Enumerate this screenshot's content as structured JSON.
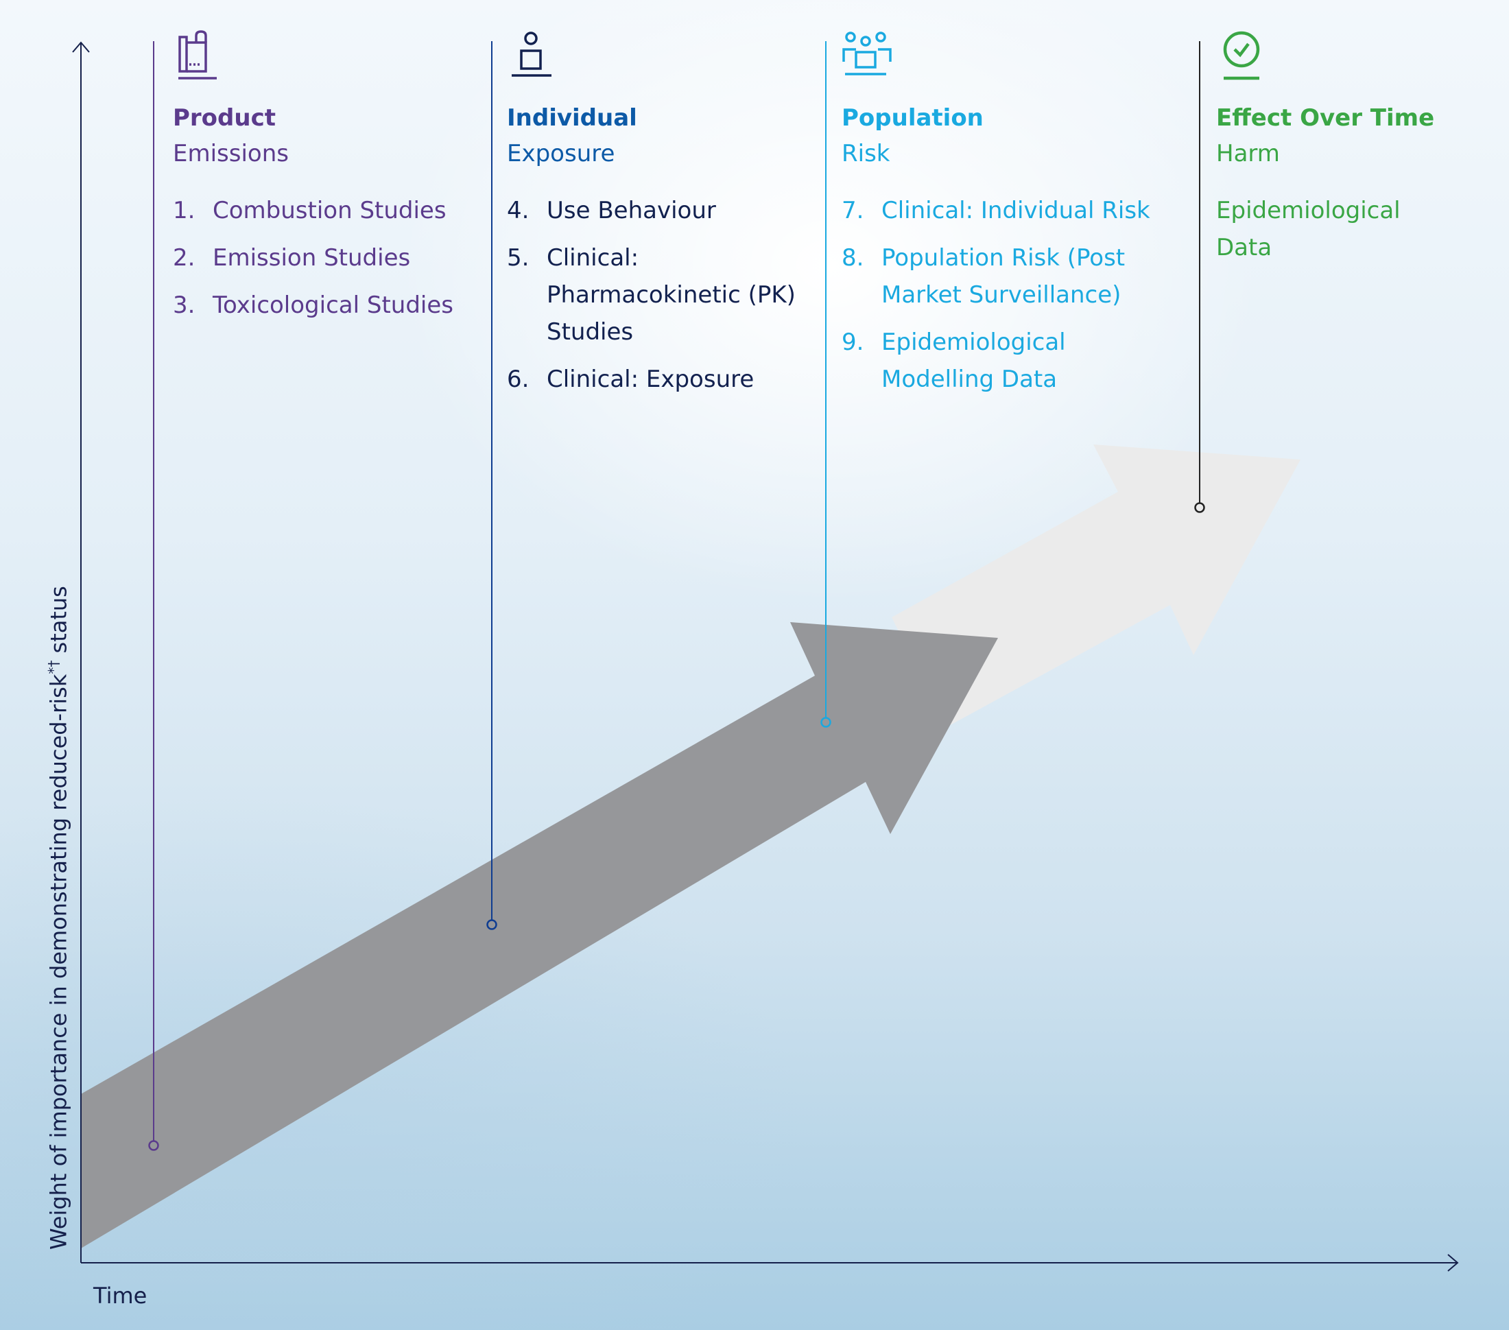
{
  "axes": {
    "x_label": "Time",
    "y_label_main": "Weight of importance in demonstrating reduced-risk",
    "y_label_sup": "*†",
    "y_label_end": " status"
  },
  "columns": [
    {
      "icon": "product-icon",
      "color": "#5b3b8c",
      "title": "Product",
      "subtitle": "Emissions",
      "items": [
        {
          "num": "1.",
          "text": "Combustion Studies"
        },
        {
          "num": "2.",
          "text": "Emission Studies"
        },
        {
          "num": "3.",
          "text": "Toxicological Studies"
        }
      ]
    },
    {
      "icon": "individual-icon",
      "color": "#0f3d91",
      "title_color": "#0d5aa7",
      "text_color": "#12214f",
      "title": "Individual",
      "subtitle": "Exposure",
      "items": [
        {
          "num": "4.",
          "text": "Use Behaviour"
        },
        {
          "num": "5.",
          "text": "Clinical: Pharmacokinetic (PK) Studies"
        },
        {
          "num": "6.",
          "text": "Clinical: Exposure"
        }
      ]
    },
    {
      "icon": "population-icon",
      "color": "#1aa9e0",
      "title": "Population",
      "subtitle": "Risk",
      "items": [
        {
          "num": "7.",
          "text": "Clinical: Individual Risk"
        },
        {
          "num": "8.",
          "text": "Population Risk (Post Market Surveillance)"
        },
        {
          "num": "9.",
          "text": "Epidemiological Modelling Data"
        }
      ]
    },
    {
      "icon": "check-circle-icon",
      "color": "#3aa645",
      "title": "Effect Over Time",
      "subtitle": "Harm",
      "text": "Epidemiological Data"
    }
  ],
  "colors": {
    "axis": "#15204b",
    "arrow_dark": "#96979a",
    "arrow_light": "#ebebeb",
    "effect_line": "#222222"
  }
}
